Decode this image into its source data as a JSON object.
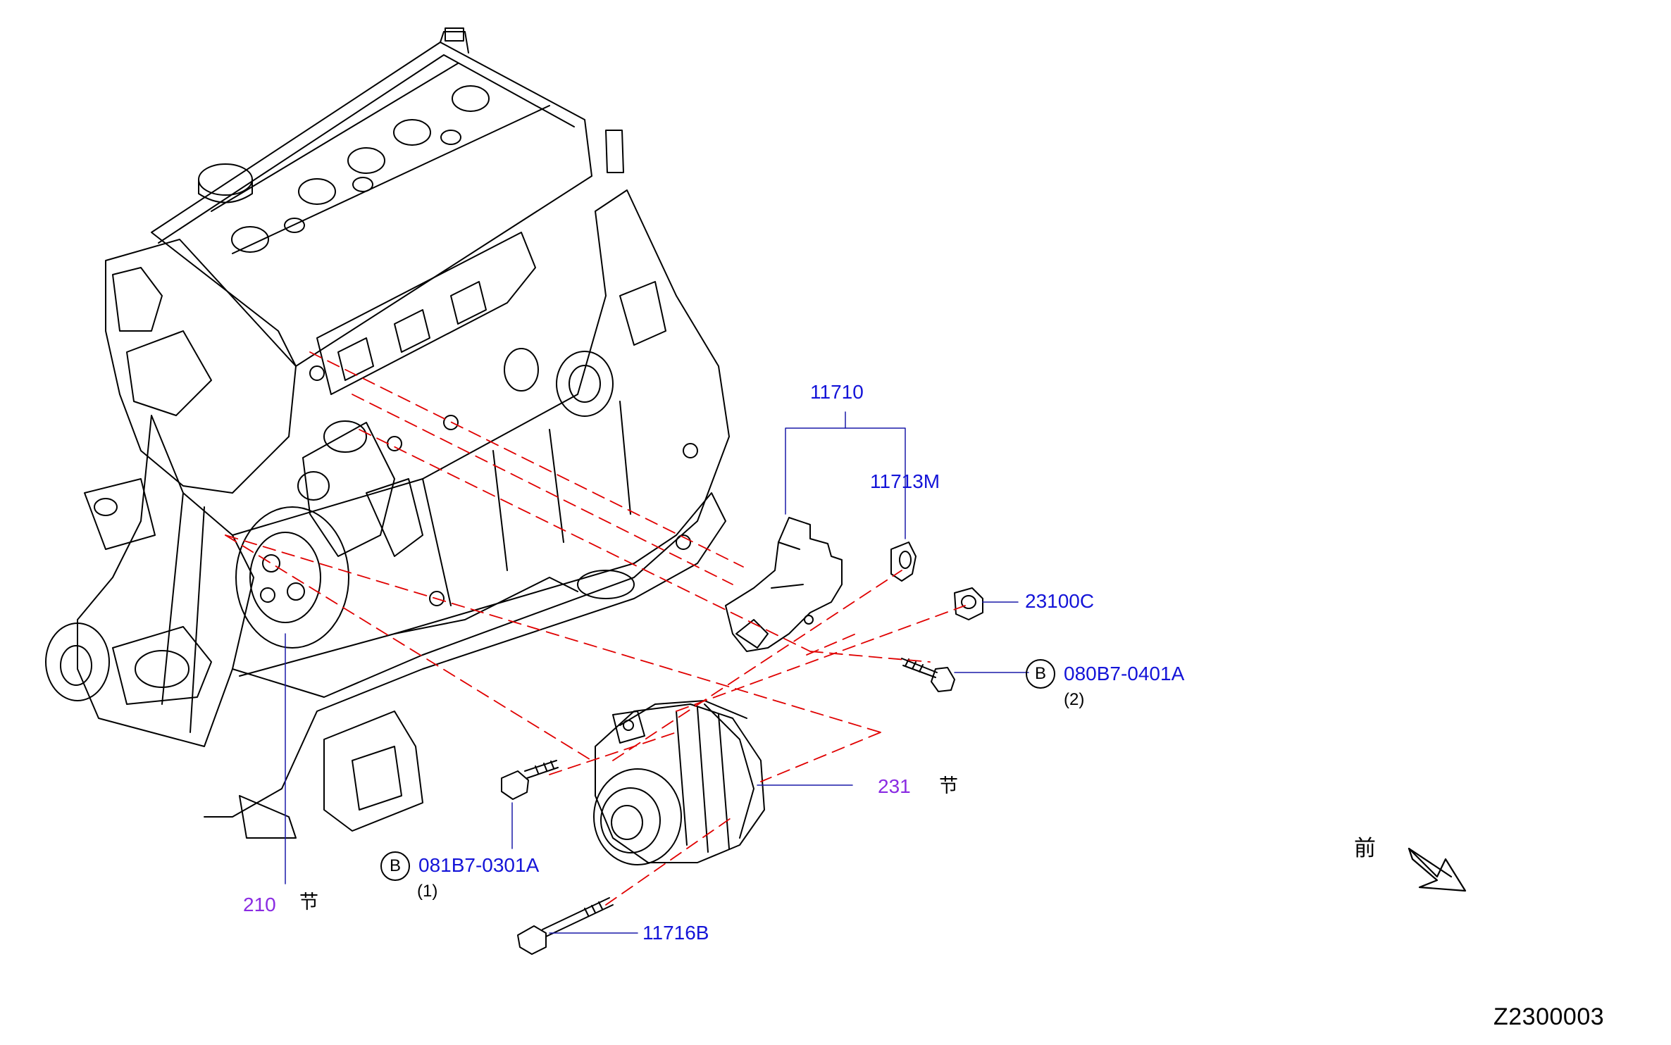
{
  "labels": {
    "p11710": "11710",
    "p11713m": "11713M",
    "p23100c": "23100C",
    "p080b7": "080B7-0401A",
    "p080b7_qty": "(2)",
    "p231": "231",
    "p231_mark": "节",
    "p081b7": "081B7-0301A",
    "p081b7_qty": "(1)",
    "p11716b": "11716B",
    "p210": "210",
    "p210_mark": "节",
    "bolt_mark": "B",
    "front": "前",
    "figure_code": "Z2300003"
  },
  "colors": {
    "part_number": "#1414d8",
    "section_ref": "#8a2be2",
    "guide_line": "#e00000",
    "drawing": "#000000"
  }
}
